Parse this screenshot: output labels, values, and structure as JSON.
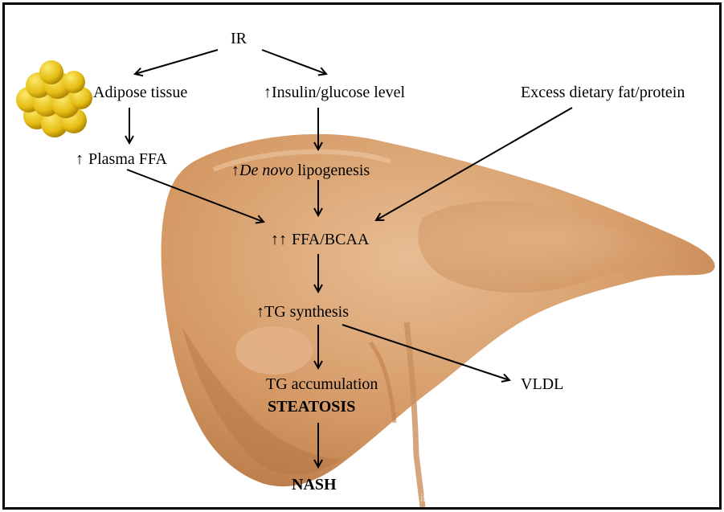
{
  "nodes": {
    "ir": "IR",
    "adipose": "Adipose tissue",
    "insulin": "Insulin/glucose  level",
    "excess": "Excess dietary fat/protein",
    "plasma_ffa": "Plasma FFA",
    "denovo_italic": "De novo",
    "denovo_rest": " lipogenesis",
    "ffa_bcaa": "FFA/BCAA",
    "tg_synthesis": "TG synthesis",
    "tg_accumulation": "TG accumulation",
    "steatosis": "STEATOSIS",
    "vldl": "VLDL",
    "nash": "NASH"
  },
  "symbols": {
    "up": "↑",
    "double_up": "↑↑"
  },
  "watermark": "http://www.cbsolutions.it/nash/gallery_liver.html",
  "colors": {
    "liver": "#d59a66",
    "liver_dark": "#b97845",
    "liver_light": "#e6b88c",
    "fat": "#e8c21a",
    "frame": "#000000"
  },
  "icons": {
    "fat_cells": "fat-cells-icon",
    "liver": "liver-illustration"
  }
}
